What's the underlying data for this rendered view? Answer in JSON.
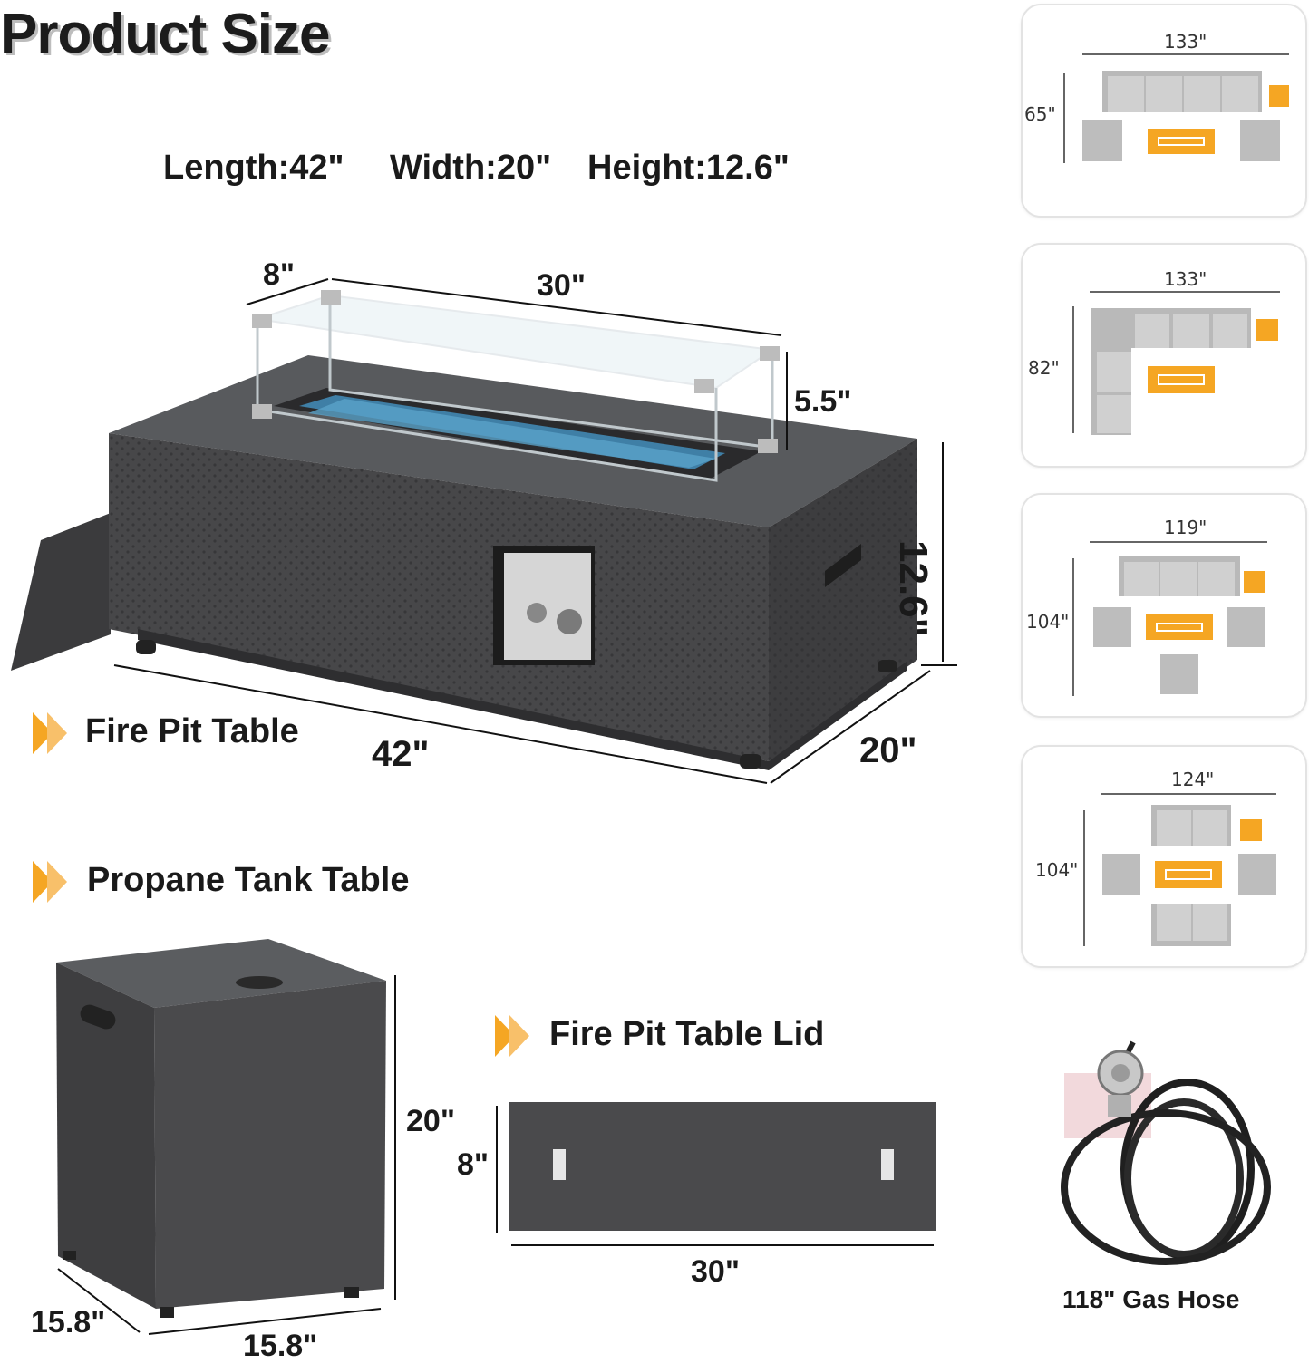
{
  "header": {
    "title": "Product Size"
  },
  "specs": {
    "length": "Length:42\"",
    "width": "Width:20\"",
    "height": "Height:12.6\""
  },
  "fire_pit": {
    "label": "Fire Pit Table",
    "dims": {
      "screen_depth": "8\"",
      "screen_length": "30\"",
      "screen_height": "5.5\"",
      "height": "12.6\"",
      "length": "42\"",
      "width": "20\""
    }
  },
  "propane": {
    "label": "Propane Tank Table",
    "dims": {
      "height": "20\"",
      "depth": "15.8\"",
      "width": "15.8\""
    }
  },
  "lid": {
    "label": "Fire Pit Table Lid",
    "dims": {
      "width": "8\"",
      "length": "30\""
    }
  },
  "layouts": [
    {
      "width": "133\"",
      "depth": "65\""
    },
    {
      "width": "133\"",
      "depth": "82\""
    },
    {
      "width": "119\"",
      "depth": "104\""
    },
    {
      "width": "124\"",
      "depth": "104\""
    }
  ],
  "hose": {
    "label": "118\" Gas Hose"
  },
  "colors": {
    "accent": "#f5a623",
    "metal": "#4a4a4c",
    "sofa": "#b9b9b9"
  },
  "icons": [
    "double-chevron-icon",
    "gas-hose-icon"
  ]
}
